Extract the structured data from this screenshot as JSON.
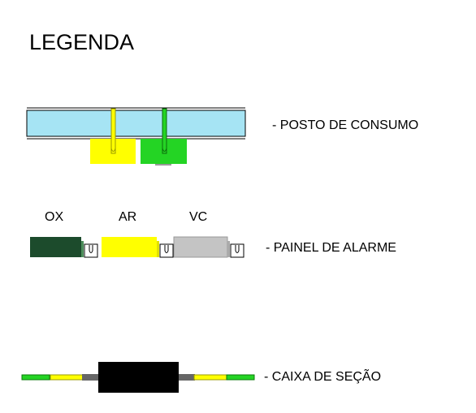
{
  "legend": {
    "title": "LEGENDA",
    "items": [
      {
        "id": "posto",
        "label": "- POSTO DE CONSUMO"
      },
      {
        "id": "painel",
        "label": "- PAINEL DE ALARME"
      },
      {
        "id": "caixa",
        "label": "- CAIXA DE SEÇÃO"
      }
    ],
    "panel_columns": [
      "OX",
      "AR",
      "VC"
    ]
  },
  "colors": {
    "pipe_blue": "#a6e4f4",
    "gas_green": "#24d424",
    "gas_yellow": "#ffff00",
    "oxygen_dark_green": "#1c4b2c",
    "vacuum_gray": "#c4c4c4",
    "box_black": "#000000"
  }
}
